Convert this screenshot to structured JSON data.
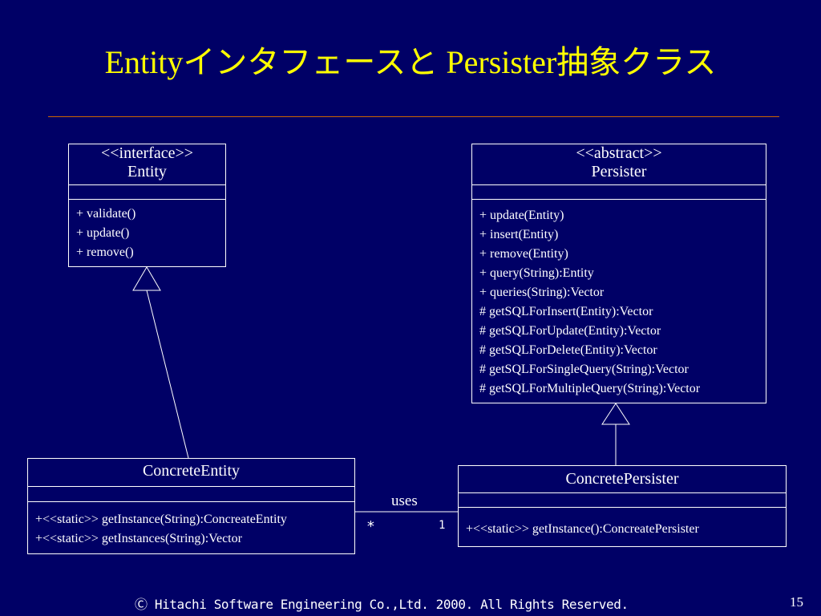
{
  "slide": {
    "title": "Entityインタフェースと Persister抽象クラス",
    "footer": "Ⓒ Hitachi Software Engineering Co.,Ltd. 2000. All Rights Reserved.",
    "page_number": "15"
  },
  "diagram": {
    "entity": {
      "stereotype": "<<interface>>",
      "name": "Entity",
      "operations": [
        "+ validate()",
        "+ update()",
        "+ remove()"
      ]
    },
    "persister": {
      "stereotype": "<<abstract>>",
      "name": "Persister",
      "operations": [
        "+ update(Entity)",
        "+ insert(Entity)",
        "+ remove(Entity)",
        "+ query(String):Entity",
        "+ queries(String):Vector",
        "# getSQLForInsert(Entity):Vector",
        "# getSQLForUpdate(Entity):Vector",
        "# getSQLForDelete(Entity):Vector",
        "# getSQLForSingleQuery(String):Vector",
        "# getSQLForMultipleQuery(String):Vector"
      ]
    },
    "concrete_entity": {
      "name": "ConcreteEntity",
      "operations": [
        "+<<static>> getInstance(String):ConcreateEntity",
        "+<<static>> getInstances(String):Vector"
      ]
    },
    "concrete_persister": {
      "name": "ConcretePersister",
      "operations": [
        "+<<static>> getInstance():ConcreatePersister"
      ]
    },
    "association": {
      "label": "uses",
      "multiplicity_entity": "*",
      "multiplicity_persister": "1"
    }
  }
}
